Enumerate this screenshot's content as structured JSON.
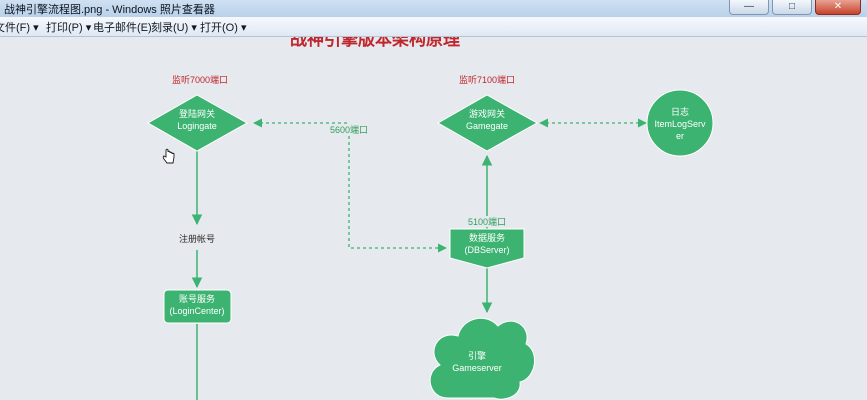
{
  "window": {
    "title": "战神引擎流程图.png - Windows 照片查看器",
    "minimize_icon": "minimize-icon",
    "maximize_icon": "maximize-icon",
    "close_icon": "close-icon"
  },
  "menu": {
    "file": "文件(F) ▾",
    "print": "打印(P) ▾",
    "email": "电子邮件(E)",
    "burn": "刻录(U) ▾",
    "open": "打开(O) ▾"
  },
  "diagram": {
    "title": "战神引擎版本架构原理",
    "login_port": "监听7000端口",
    "game_port": "监听7100端口",
    "login_gate": {
      "line1": "登陆网关",
      "line2": "Logingate"
    },
    "game_gate": {
      "line1": "游戏网关",
      "line2": "Gamegate"
    },
    "log_server": {
      "line1": "日志",
      "line2": "ItemLogServ",
      "line3": "er"
    },
    "port_5600": "5600端口",
    "port_5100": "5100端口",
    "register": "注册帐号",
    "db_server": {
      "line1": "数据服务",
      "line2": "(DBServer)"
    },
    "login_center": {
      "line1": "账号服务",
      "line2": "(LoginCenter)"
    },
    "game_server": {
      "line1": "引擎",
      "line2": "Gameserver"
    },
    "cursor_icon": "hand-cursor-icon",
    "colors": {
      "node": "#3cb371",
      "port_red": "#c0262c",
      "port_green": "#2e9f5c"
    }
  }
}
